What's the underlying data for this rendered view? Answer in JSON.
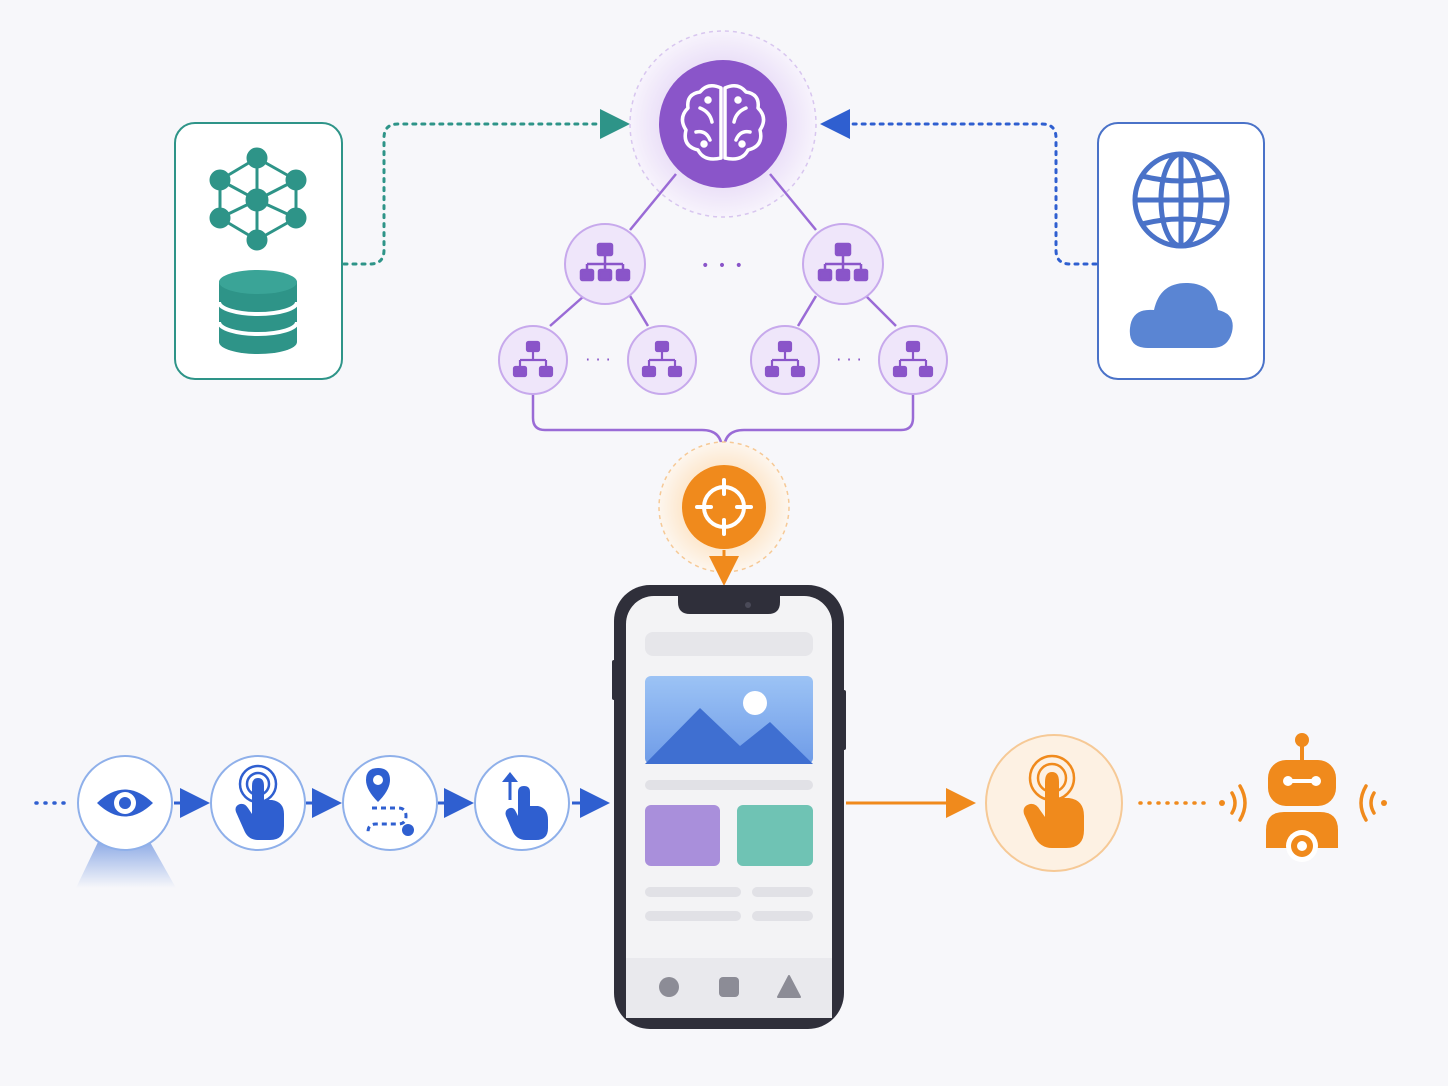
{
  "colors": {
    "background": "#f7f7fa",
    "teal": "#2e9488",
    "blue": "#3b6fd6",
    "globe_blue": "#4a72c8",
    "purple": "#8a55c9",
    "purple_light": "#efe6fa",
    "orange": "#f08a1c",
    "orange_light": "#fdf1e3",
    "phone_frame": "#2f2f3a",
    "flow_blue": "#2f5fd0"
  },
  "ellipsis": {
    "top": "• • •",
    "leaf_left": "· · ·",
    "leaf_right": "· · ·"
  },
  "icons": {
    "left_source": [
      "knowledge-graph-icon",
      "database-icon"
    ],
    "right_source": [
      "globe-icon",
      "cloud-icon"
    ],
    "center": "brain-icon",
    "tree_nodes": "hierarchy-icon",
    "target": "crosshair-icon",
    "flow_steps": [
      "eye-icon",
      "tap-icon",
      "route-icon",
      "swipe-icon"
    ],
    "output_action": "tap-icon",
    "agent": "robot-icon"
  },
  "phone": {
    "nav_buttons": [
      "circle",
      "square",
      "triangle"
    ]
  }
}
